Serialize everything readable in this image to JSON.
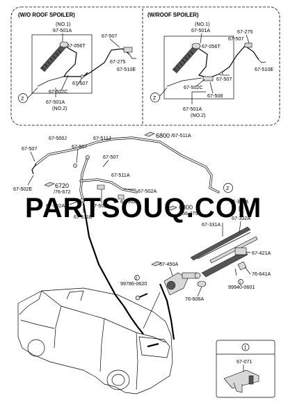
{
  "watermark": "PARTSOUQ.COM",
  "panel_left": {
    "header": "(W/O ROOF SPOILER)",
    "labels": {
      "no1": "(NO.1)",
      "p501a_top": "67-501A",
      "p507_a": "67-507",
      "p056t": "67-056T",
      "p275": "67-275",
      "p510e": "67-510E",
      "p507_b": "67-507",
      "p502c": "67-502C",
      "p501a_bottom": "67-501A",
      "no2": "(NO.2)",
      "z": "Z"
    }
  },
  "panel_right": {
    "header": "(W/ROOF SPOILER)",
    "labels": {
      "no1": "(NO.1)",
      "p501a_top": "67-501A",
      "p275": "67-275",
      "p507_a": "67-507",
      "p056t": "67-056T",
      "p510e": "67-510E",
      "p507_b": "67-507",
      "p502c": "67-502C",
      "p508": "67-508",
      "p501a_bottom": "67-501A",
      "no2": "(NO.2)",
      "z": "Z"
    }
  },
  "main": {
    "labels": {
      "p500j": "67-500J",
      "p511j": "67-511J",
      "p507_1": "67-507",
      "p507_2": "67-507",
      "p507_3": "67-507",
      "ref6800_top": "6800",
      "p511a_top": "/67-511A",
      "p502e": "67-502E",
      "ref6720": "6720",
      "ref76672": "/76-672",
      "p511a_mid": "67-511A",
      "p502a_1": "67-502A",
      "p502a_2": "67-502A",
      "p502a_3": "67-502A",
      "p502b": "67-502B",
      "p511b": "67-511B",
      "ref6800_mid": "6800",
      "ref56775a": "/56-775A",
      "p330a": "67-330A",
      "p331a": "67-331A",
      "p332a": "67-332A",
      "p421a": "67-421A",
      "p450a": "67-450A",
      "p641a": "76-641A",
      "p99786": "99786-0620",
      "circled2": "2",
      "circled1": "1",
      "p99940": "99940-0601",
      "p606a": "76-606A",
      "z": "Z"
    }
  },
  "inset": {
    "circled": "1",
    "part": "67-071"
  }
}
